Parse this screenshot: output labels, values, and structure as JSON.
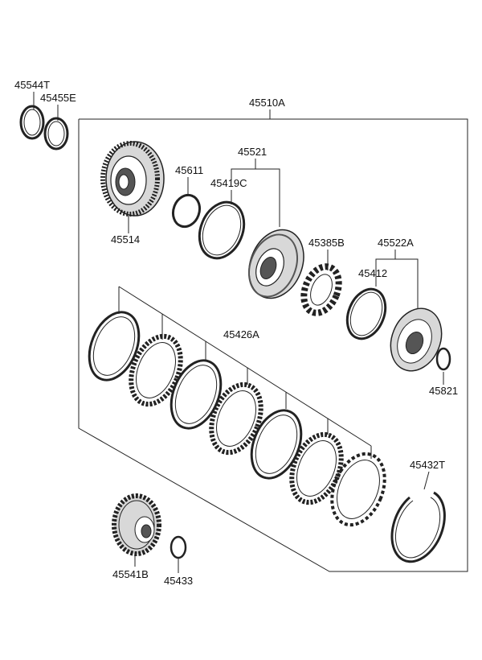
{
  "colors": {
    "line": "#222222",
    "text": "#111111",
    "fill_light": "#d8d8d8",
    "fill_dark": "#555555"
  },
  "labels": {
    "p45544T": "45544T",
    "p45455E": "45455E",
    "p45510A": "45510A",
    "p45521": "45521",
    "p45611": "45611",
    "p45419C": "45419C",
    "p45514": "45514",
    "p45385B": "45385B",
    "p45522A": "45522A",
    "p45412": "45412",
    "p45426A": "45426A",
    "p45821": "45821",
    "p45432T": "45432T",
    "p45541B": "45541B",
    "p45433": "45433"
  }
}
